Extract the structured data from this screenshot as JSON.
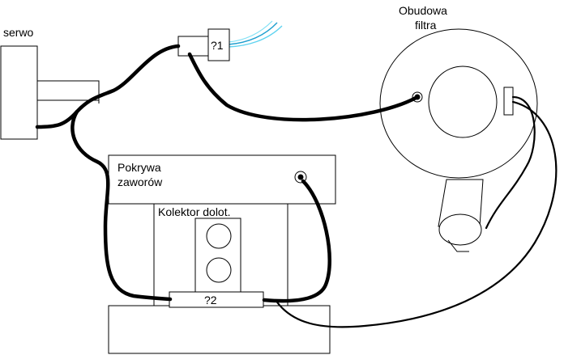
{
  "labels": {
    "servo": "serwo",
    "filter_housing_line1": "Obudowa",
    "filter_housing_line2": "filtra",
    "valve_cover_line1": "Pokrywa",
    "valve_cover_line2": "zaworów",
    "intake_manifold": "Kolektor dolot.",
    "unknown_1": "?1",
    "unknown_2": "?2"
  },
  "colors": {
    "hose": "#000000",
    "wire_light": "#5fd3f0",
    "wire_dark": "#1f9fcf",
    "outline": "#000000",
    "background": "#ffffff"
  }
}
